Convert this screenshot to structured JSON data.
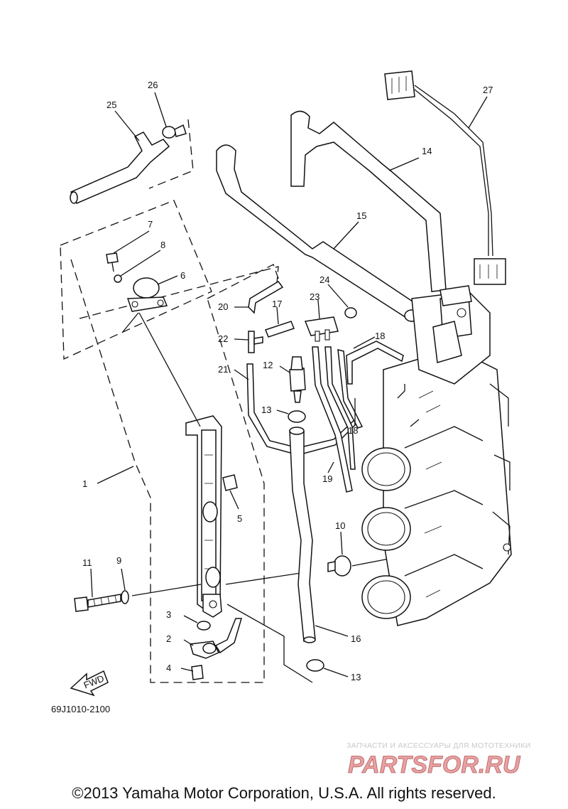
{
  "diagram": {
    "callouts": [
      "1",
      "2",
      "3",
      "4",
      "5",
      "6",
      "7",
      "8",
      "9",
      "10",
      "11",
      "12",
      "13",
      "13",
      "14",
      "15",
      "16",
      "17",
      "18",
      "18",
      "19",
      "20",
      "21",
      "22",
      "23",
      "24",
      "25",
      "26",
      "27"
    ],
    "direction_arrow": "FWD",
    "drawing_code": "69J1010-2100"
  },
  "watermark": {
    "subtitle": "ЗАПЧАСТИ И АКСЕССУАРЫ ДЛЯ МОТОТЕХНИКИ",
    "logo_text": "PARTSFOR.RU",
    "logo_color": "#e8a0a0"
  },
  "footer": {
    "copyright": "©2013 Yamaha Motor Corporation, U.S.A. All rights reserved."
  }
}
